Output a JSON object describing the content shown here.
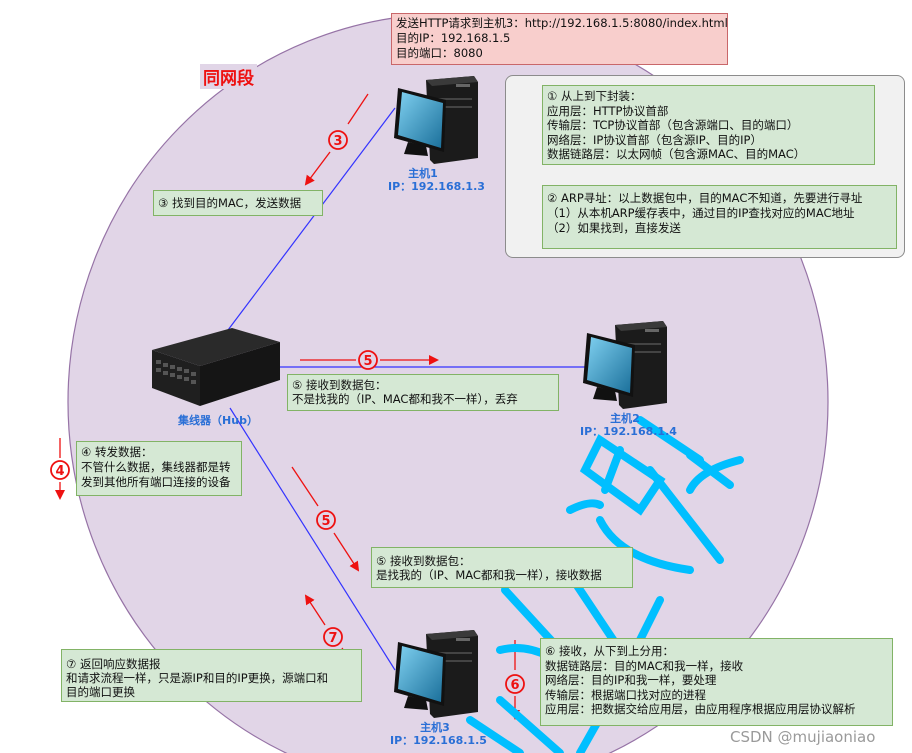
{
  "segment_label": "同网段",
  "request_box": {
    "lines": [
      "发送HTTP请求到主机3：http://192.168.1.5:8080/index.html",
      "目的IP：192.168.1.5",
      "目的端口：8080"
    ]
  },
  "hosts": [
    {
      "name": "主机1",
      "ip": "IP：192.168.1.3"
    },
    {
      "name": "主机2",
      "ip": "IP：192.168.1.4"
    },
    {
      "name": "主机3",
      "ip": "IP：192.168.1.5"
    }
  ],
  "hub": {
    "label": "集线器（Hub）"
  },
  "steps": {
    "s1": {
      "marker": "①",
      "lines": [
        "① 从上到下封装：",
        "应用层：HTTP协议首部",
        "传输层：TCP协议首部（包含源端口、目的端口）",
        "网络层：IP协议首部（包含源IP、目的IP）",
        "数据链路层：以太网帧（包含源MAC、目的MAC）"
      ]
    },
    "s2": {
      "marker": "②",
      "lines": [
        "② ARP寻址：以上数据包中，目的MAC不知道，先要进行寻址",
        "（1）从本机ARP缓存表中，通过目的IP查找对应的MAC地址",
        "（2）如果找到，直接发送"
      ]
    },
    "s3": {
      "marker": "③",
      "lines": [
        "③ 找到目的MAC，发送数据"
      ]
    },
    "s4": {
      "marker": "④",
      "lines": [
        "④ 转发数据：",
        "不管什么数据，集线器都是转",
        "发到其他所有端口连接的设备"
      ]
    },
    "s5a": {
      "marker": "⑤",
      "lines": [
        "⑤ 接收到数据包：",
        "不是找我的（IP、MAC都和我不一样），丢弃"
      ]
    },
    "s5b": {
      "marker": "⑤",
      "lines": [
        "⑤ 接收到数据包：",
        "是找我的（IP、MAC都和我一样），接收数据"
      ]
    },
    "s6": {
      "marker": "⑥",
      "lines": [
        "⑥ 接收，从下到上分用：",
        "数据链路层：目的MAC和我一样，接收",
        "网络层：目的IP和我一样，要处理",
        "传输层：根据端口找对应的进程",
        "应用层：把数据交给应用层，由应用程序根据应用层协议解析"
      ]
    },
    "s7": {
      "marker": "⑦",
      "lines": [
        "⑦ 返回响应数据报",
        "和请求流程一样，只是源IP和目的IP更换，源端口和",
        "目的端口更换"
      ]
    }
  },
  "colors": {
    "segment_fill": "#e1d5e7",
    "segment_stroke": "#9673a6",
    "link_line": "#3333ff",
    "arrow": "#ee1111",
    "note_fill": "#d5e8d4",
    "note_stroke": "#82b366",
    "request_fill": "#f8cecc",
    "host_label": "#2a6fd6",
    "overlay_stroke": "#00bfff"
  },
  "watermark": "CSDN @mujiaoniao"
}
